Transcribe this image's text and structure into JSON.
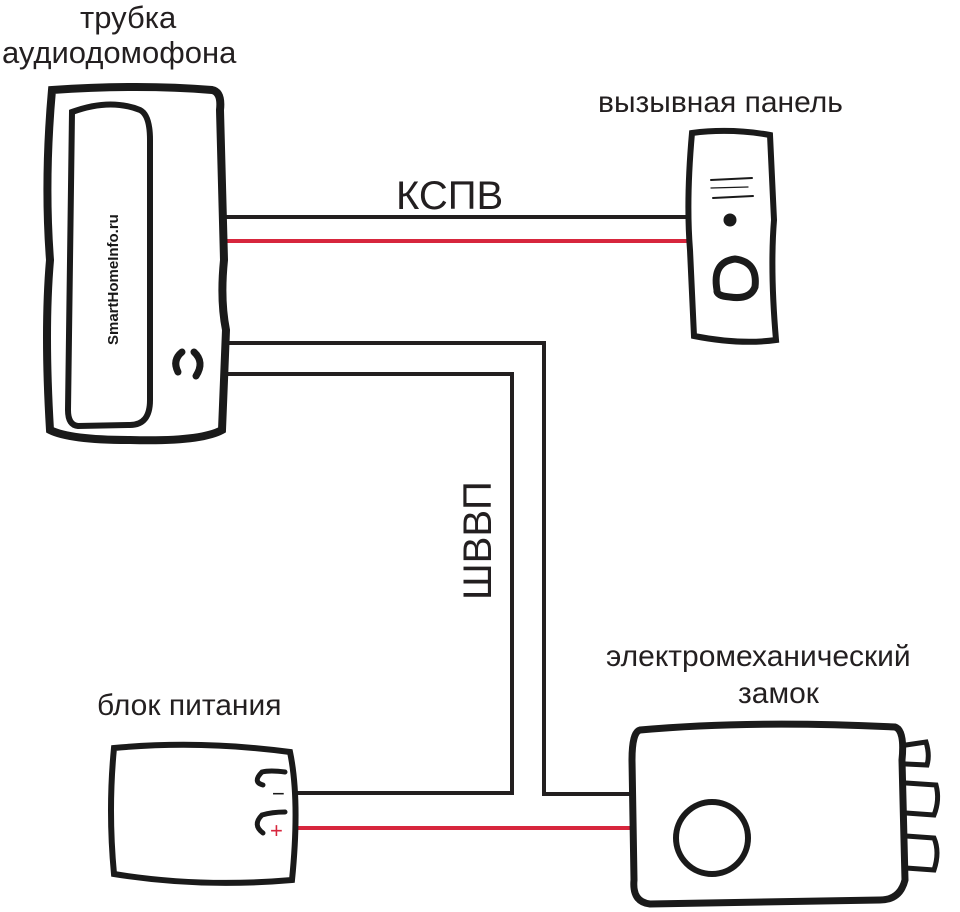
{
  "components": {
    "handset": {
      "label_line1": "трубка",
      "label_line2": "аудиодомофона",
      "brand": "SmartHomeInfo.ru"
    },
    "call_panel": {
      "label": "вызывная панель"
    },
    "power_supply": {
      "label": "блок питания",
      "minus_mark": "−",
      "plus_mark": "+"
    },
    "lock": {
      "label_line1": "электромеханический",
      "label_line2": "замок"
    }
  },
  "cables": {
    "top": {
      "label": "КСПВ"
    },
    "vertical": {
      "label": "ШВВП"
    }
  },
  "colors": {
    "wire_black": "#231f20",
    "wire_red": "#d7263d",
    "outline": "#1a1a1a"
  }
}
